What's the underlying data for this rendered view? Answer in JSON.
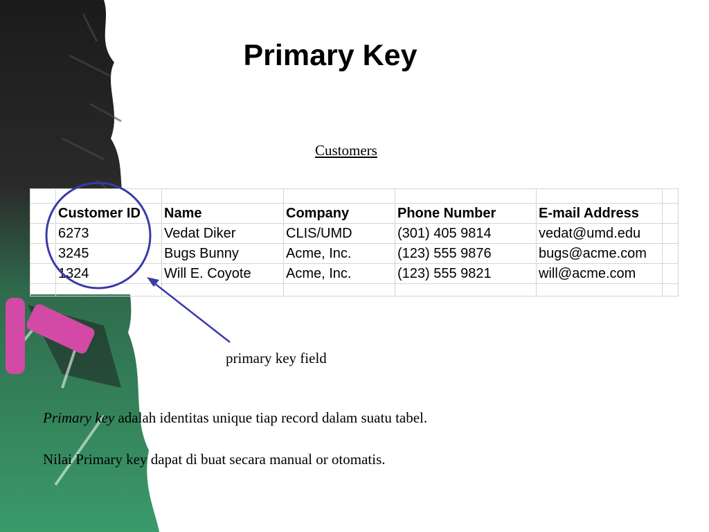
{
  "slide": {
    "title": "Primary Key",
    "table_caption": "Customers",
    "annotation_label": "primary key field",
    "paragraph1_italic": "Primary key",
    "paragraph1_rest": " adalah identitas unique tiap record dalam suatu tabel.",
    "paragraph2": "Nilai Primary key dapat di buat secara manual or otomatis."
  },
  "table": {
    "headers": [
      "Customer ID",
      "Name",
      "Company",
      "Phone Number",
      "E-mail Address"
    ],
    "rows": [
      [
        "6273",
        "Vedat Diker",
        "CLIS/UMD",
        "(301) 405 9814",
        "vedat@umd.edu"
      ],
      [
        "3245",
        "Bugs Bunny",
        "Acme, Inc.",
        "(123) 555 9876",
        "bugs@acme.com"
      ],
      [
        "1324",
        "Will E. Coyote",
        "Acme, Inc.",
        "(123) 555 9821",
        "will@acme.com"
      ]
    ]
  },
  "colors": {
    "annotation": "#3a3aa8",
    "chalkboard": "#2f7a55",
    "chalk_pink": "#d24aa6"
  }
}
